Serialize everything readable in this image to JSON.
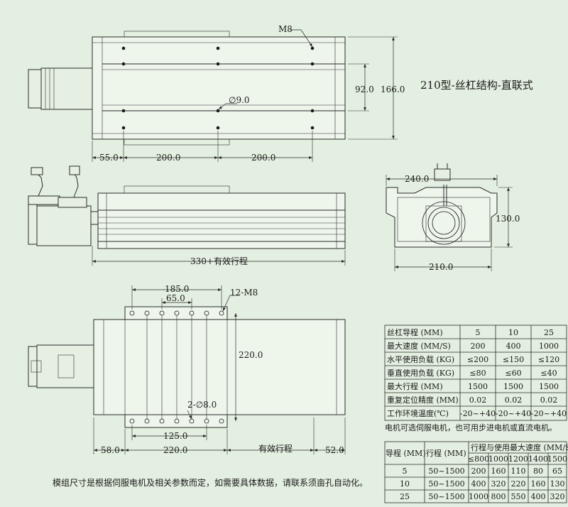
{
  "page": {
    "background": "#e3efe0"
  },
  "title": "210型-丝杠结构-直联式",
  "top_view": {
    "m8_label": "M8",
    "hole_label": "∅9.0",
    "dim_92": "92.0",
    "dim_166": "166.0",
    "dim_55": "55.0",
    "dim_200_a": "200.0",
    "dim_200_b": "200.0"
  },
  "side_view": {
    "stroke_label": "330+有效行程"
  },
  "end_view": {
    "dim_240": "240.0",
    "dim_130": "130.0",
    "dim_210": "210.0"
  },
  "bottom_view": {
    "dim_185": "185.0",
    "dim_65": "65.0",
    "label_12m8": "12-M8",
    "dim_220_v": "220.0",
    "label_2phi8": "2-∅8.0",
    "dim_125": "125.0",
    "dim_58": "58.0",
    "dim_220_h": "220.0",
    "stroke_label": "有效行程",
    "dim_52": "52.0"
  },
  "spec_table": {
    "rows": [
      [
        "丝杠导程 (MM)",
        "5",
        "10",
        "25"
      ],
      [
        "最大速度 (MM/S)",
        "200",
        "400",
        "1000"
      ],
      [
        "水平使用负载 (KG)",
        "≤200",
        "≤150",
        "≤120"
      ],
      [
        "垂直使用负载 (KG)",
        "≤80",
        "≤60",
        "≤40"
      ],
      [
        "最大行程 (MM)",
        "1500",
        "1500",
        "1500"
      ],
      [
        "重复定位精度 (MM)",
        "0.02",
        "0.02",
        "0.02"
      ],
      [
        "工作环境温度(℃)",
        "-20~+40",
        "-20~+40",
        "-20~+40"
      ]
    ],
    "footnote": "电机可选伺服电机，也可用步进电机或直流电机。"
  },
  "speed_table": {
    "header_lead": "导程 (MM)",
    "header_stroke": "行程 (MM)",
    "header_group": "行程与使用最大速度 (MM/S)",
    "sub_headers": [
      "≤800",
      "1000",
      "1200",
      "1400",
      "1500"
    ],
    "rows": [
      [
        "5",
        "50~1500",
        "200",
        "160",
        "110",
        "80",
        "65"
      ],
      [
        "10",
        "50~1500",
        "400",
        "320",
        "220",
        "160",
        "130"
      ],
      [
        "25",
        "50~1500",
        "1000",
        "800",
        "550",
        "400",
        "320"
      ]
    ]
  },
  "note": "模组尺寸是根据伺服电机及相关参数而定，如需要具体数据，请联系须亩孔自动化。"
}
